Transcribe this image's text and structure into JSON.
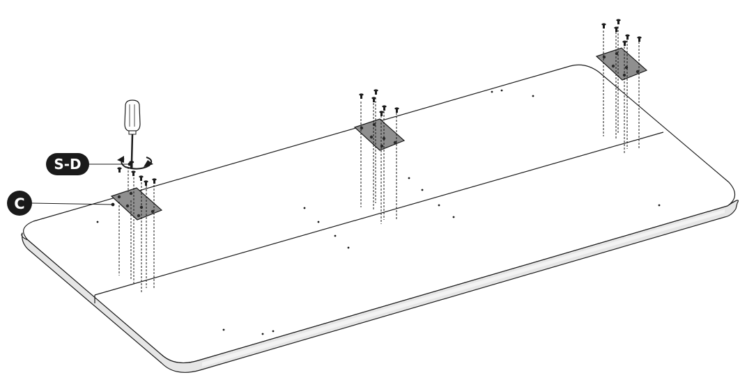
{
  "diagram": {
    "callouts": [
      {
        "id": "screwdriver",
        "label": "S-D"
      },
      {
        "id": "plate",
        "label": "C"
      }
    ],
    "colors": {
      "line": "#1a1a1a",
      "plate": "#8f8f8f",
      "edge": "#e0e0e0",
      "badge": "#1a1a1a",
      "badge_text": "#ffffff"
    }
  }
}
